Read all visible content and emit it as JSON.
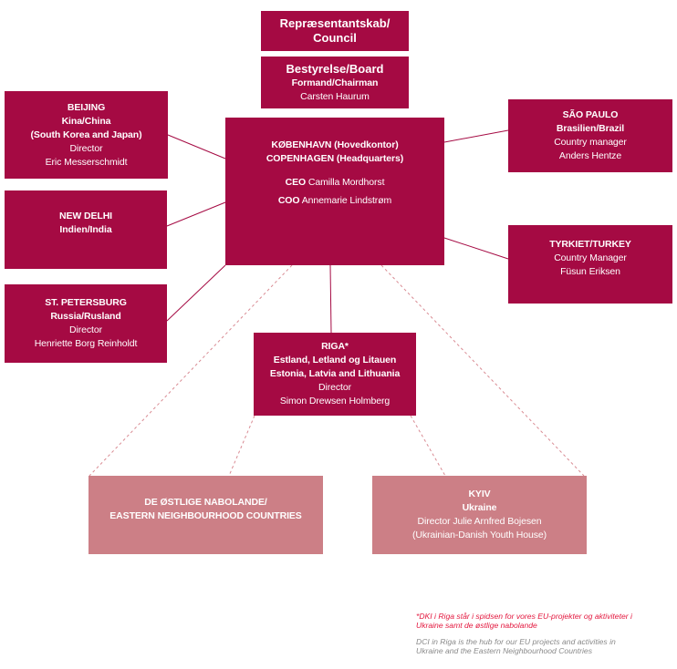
{
  "colors": {
    "primary": "#a50a43",
    "secondary": "#cc7f86",
    "note_red": "#e3173e",
    "note_gray": "#8a8a8a",
    "text_on_box": "#ffffff"
  },
  "council": {
    "title": "Repræsentantskab/",
    "subtitle": "Council"
  },
  "board": {
    "title": "Bestyrelse/Board",
    "role": "Formand/Chairman",
    "name": "Carsten Haurum"
  },
  "headquarters": {
    "line1": "KØBENHAVN (Hovedkontor)",
    "line2": "COPENHAGEN (Headquarters)",
    "ceo_label": "CEO",
    "ceo_name": "Camilla Mordhorst",
    "coo_label": "COO",
    "coo_name": "Annemarie Lindstrøm"
  },
  "beijing": {
    "city": "BEIJING",
    "country": "Kina/China",
    "region": "(South Korea and Japan)",
    "role": "Director",
    "name": "Eric Messerschmidt"
  },
  "new_delhi": {
    "city": "NEW DELHI",
    "country": "Indien/India"
  },
  "st_petersburg": {
    "city": "ST. PETERSBURG",
    "country": "Russia/Rusland",
    "role": "Director",
    "name": "Henriette Borg Reinholdt"
  },
  "sao_paulo": {
    "city": "SÃO PAULO",
    "country": "Brasilien/Brazil",
    "role": "Country manager",
    "name": "Anders Hentze"
  },
  "turkey": {
    "city": "TYRKIET/TURKEY",
    "role": "Country Manager",
    "name": "Füsun Eriksen"
  },
  "riga": {
    "city": "RIGA*",
    "countries_da": "Estland, Letland og Litauen",
    "countries_en": "Estonia, Latvia and Lithuania",
    "role": "Director",
    "name": "Simon Drewsen Holmberg"
  },
  "eastern": {
    "line1": "DE ØSTLIGE NABOLANDE/",
    "line2": "EASTERN NEIGHBOURHOOD COUNTRIES"
  },
  "kyiv": {
    "city": "KYIV",
    "country": "Ukraine",
    "role_name": "Director Julie Arnfred Bojesen",
    "org": "(Ukrainian-Danish Youth House)"
  },
  "footnote": {
    "da_line1": "*DKI i Riga står i spidsen for vores EU-projekter og aktiviteter i",
    "da_line2": "Ukraine samt de østlige nabolande",
    "en_line1": "DCI in Riga is the hub for our EU projects and activities in",
    "en_line2": "Ukraine and the Eastern Neighbourhood Countries"
  }
}
